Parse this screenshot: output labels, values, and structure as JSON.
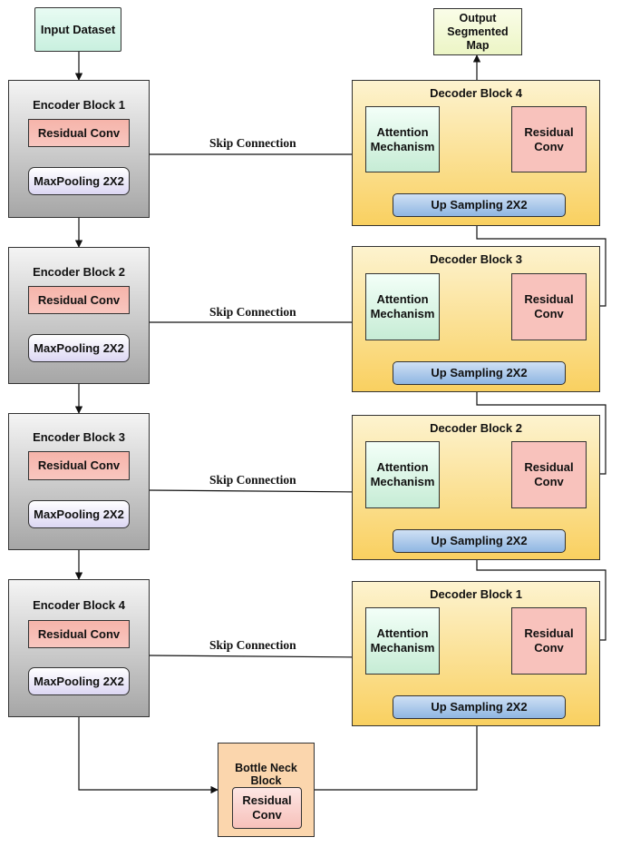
{
  "input": {
    "label": "Input Dataset"
  },
  "output": {
    "label": "Output\nSegmented\nMap"
  },
  "skip_label": "Skip Connection",
  "encoder_blocks": [
    {
      "title": "Encoder Block 1",
      "conv": "Residual Conv",
      "pool": "MaxPooling 2X2"
    },
    {
      "title": "Encoder Block 2",
      "conv": "Residual Conv",
      "pool": "MaxPooling 2X2"
    },
    {
      "title": "Encoder Block 3",
      "conv": "Residual Conv",
      "pool": "MaxPooling 2X2"
    },
    {
      "title": "Encoder Block 4",
      "conv": "Residual Conv",
      "pool": "MaxPooling 2X2"
    }
  ],
  "decoder_blocks": [
    {
      "title": "Decoder Block 4",
      "attention": "Attention\nMechanism",
      "conv": "Residual\nConv",
      "up": "Up Sampling 2X2"
    },
    {
      "title": "Decoder Block 3",
      "attention": "Attention\nMechanism",
      "conv": "Residual\nConv",
      "up": "Up Sampling 2X2"
    },
    {
      "title": "Decoder Block 2",
      "attention": "Attention\nMechanism",
      "conv": "Residual\nConv",
      "up": "Up Sampling 2X2"
    },
    {
      "title": "Decoder Block 1",
      "attention": "Attention\nMechanism",
      "conv": "Residual\nConv",
      "up": "Up Sampling 2X2"
    }
  ],
  "bottleneck": {
    "title": "Bottle Neck\nBlock",
    "conv": "Residual\nConv"
  },
  "colors": {
    "encoder": "#b5b5b5",
    "decoder": "#f9d060",
    "residual": "#f7b9b1",
    "maxpool": "#e4e0f7",
    "attention": "#d2f1df",
    "upsampling": "#9fbfe6",
    "bottleneck": "#fbd6ad"
  }
}
